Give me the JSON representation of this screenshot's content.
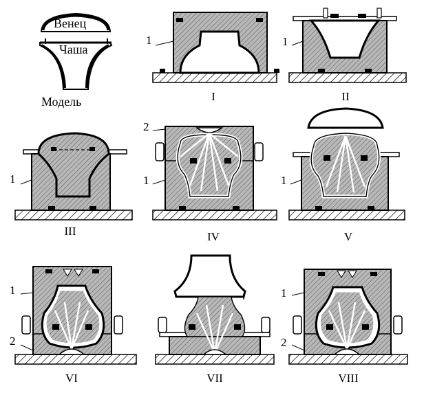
{
  "model": {
    "part_top": "Венец",
    "part_bottom": "Чаша",
    "caption": "Модель"
  },
  "stages": [
    {
      "roman": "I",
      "labels": [
        "1"
      ]
    },
    {
      "roman": "II",
      "labels": [
        "1"
      ]
    },
    {
      "roman": "III",
      "labels": [
        "1"
      ]
    },
    {
      "roman": "IV",
      "labels": [
        "2",
        "1"
      ]
    },
    {
      "roman": "V",
      "labels": [
        "1"
      ]
    },
    {
      "roman": "VI",
      "labels": [
        "1",
        "2"
      ]
    },
    {
      "roman": "VII",
      "labels": []
    },
    {
      "roman": "VIII",
      "labels": [
        "1",
        "2"
      ]
    }
  ],
  "colors": {
    "ink": "#000000",
    "sand": "#b8b8b8",
    "paper": "#ffffff"
  }
}
